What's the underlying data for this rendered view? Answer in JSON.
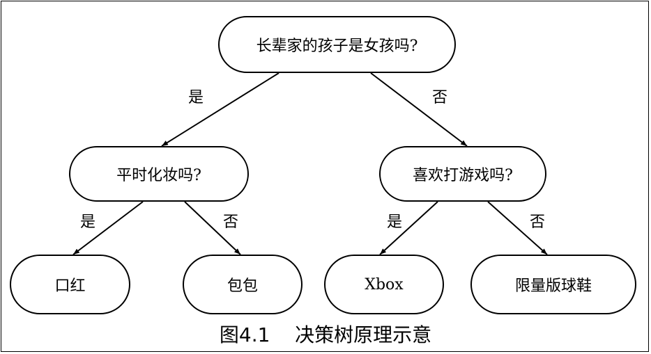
{
  "tree": {
    "root": {
      "question": "长辈家的孩子是女孩吗?"
    },
    "left": {
      "edge_label": "是",
      "question": "平时化妆吗?",
      "yes": {
        "edge_label": "是",
        "answer": "口红"
      },
      "no": {
        "edge_label": "否",
        "answer": "包包"
      }
    },
    "right": {
      "edge_label": "否",
      "question": "喜欢打游戏吗?",
      "yes": {
        "edge_label": "是",
        "answer": "Xbox"
      },
      "no": {
        "edge_label": "否",
        "answer": "限量版球鞋"
      }
    }
  },
  "caption": {
    "figure": "图4.1",
    "title": "决策树原理示意"
  }
}
